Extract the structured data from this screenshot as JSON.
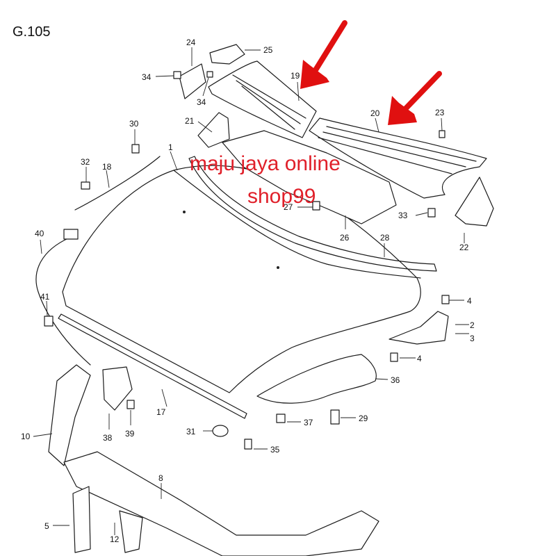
{
  "figure": {
    "label": "G.105"
  },
  "watermark": {
    "line1": "maju jaya online",
    "line2": "shop99",
    "color": "#e0202a"
  },
  "arrows": {
    "color": "#e01010"
  },
  "callouts": {
    "c1": "1",
    "c2": "2",
    "c3": "3",
    "c4a": "4",
    "c4b": "4",
    "c5": "5",
    "c8": "8",
    "c10": "10",
    "c12": "12",
    "c17": "17",
    "c18": "18",
    "c19": "19",
    "c20": "20",
    "c21": "21",
    "c22": "22",
    "c23": "23",
    "c24": "24",
    "c25": "25",
    "c26": "26",
    "c27": "27",
    "c28": "28",
    "c29": "29",
    "c30": "30",
    "c31": "31",
    "c32": "32",
    "c33": "33",
    "c34a": "34",
    "c34b": "34",
    "c35": "35",
    "c36": "36",
    "c37": "37",
    "c38": "38",
    "c39": "39",
    "c40": "40",
    "c41": "41"
  }
}
